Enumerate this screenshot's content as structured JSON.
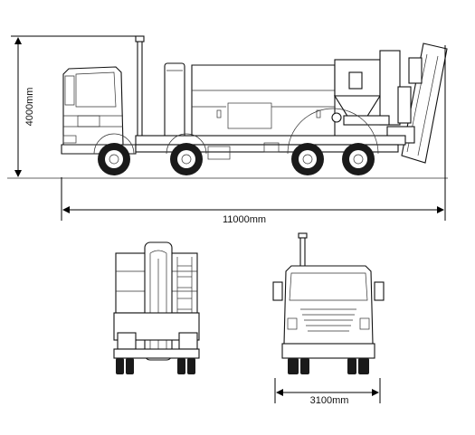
{
  "dimensions": {
    "height_label": "4000mm",
    "length_label": "11000mm",
    "width_label": "3100mm"
  },
  "colors": {
    "line": "#111111",
    "tyre": "#1a1a1a",
    "background": "#ffffff"
  }
}
